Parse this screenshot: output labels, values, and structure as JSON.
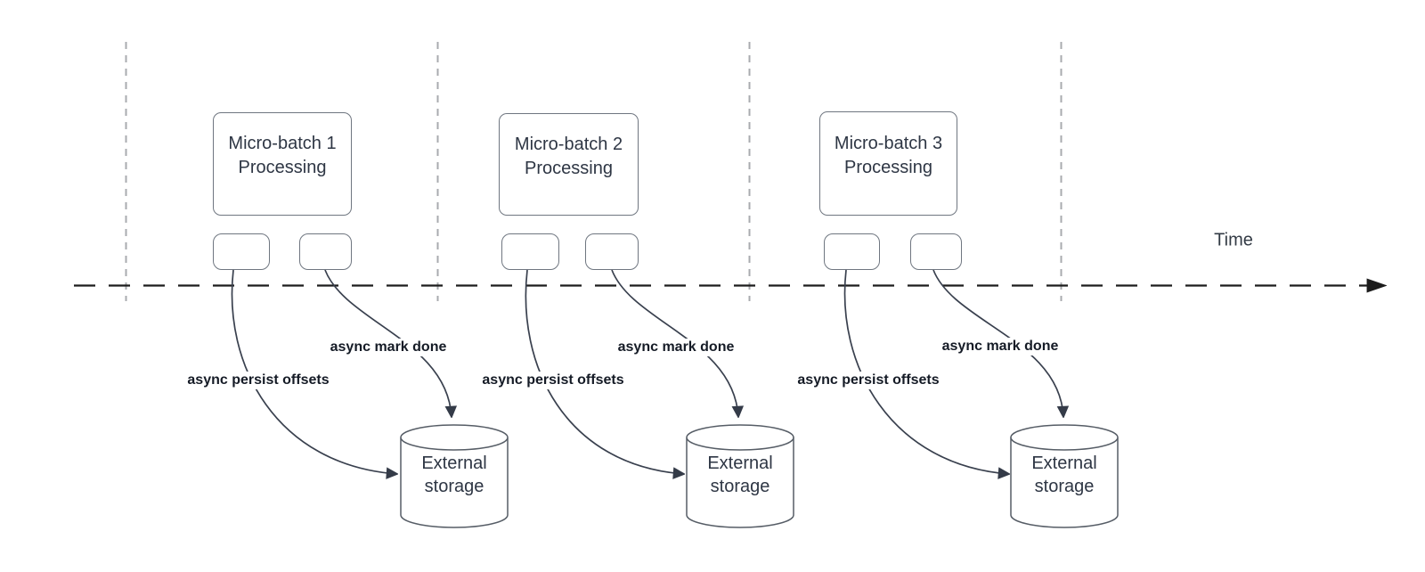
{
  "diagram": {
    "time_axis": {
      "label": "Time"
    },
    "sections": [
      {
        "box_label": "Micro-batch 1\nProcessing",
        "persist_label": "async persist offsets",
        "done_label": "async mark done",
        "storage_label": "External\nstorage"
      },
      {
        "box_label": "Micro-batch 2\nProcessing",
        "persist_label": "async persist offsets",
        "done_label": "async mark done",
        "storage_label": "External\nstorage"
      },
      {
        "box_label": "Micro-batch 3\nProcessing",
        "persist_label": "async persist offsets",
        "done_label": "async mark done",
        "storage_label": "External\nstorage"
      }
    ],
    "colors": {
      "edge": "#39404e",
      "shape_border": "#6f7680",
      "text": "#2e3644",
      "bold_label_text": "#151b26",
      "gridline": "#a9abaf",
      "time_axis": "#1c1c1c"
    }
  }
}
